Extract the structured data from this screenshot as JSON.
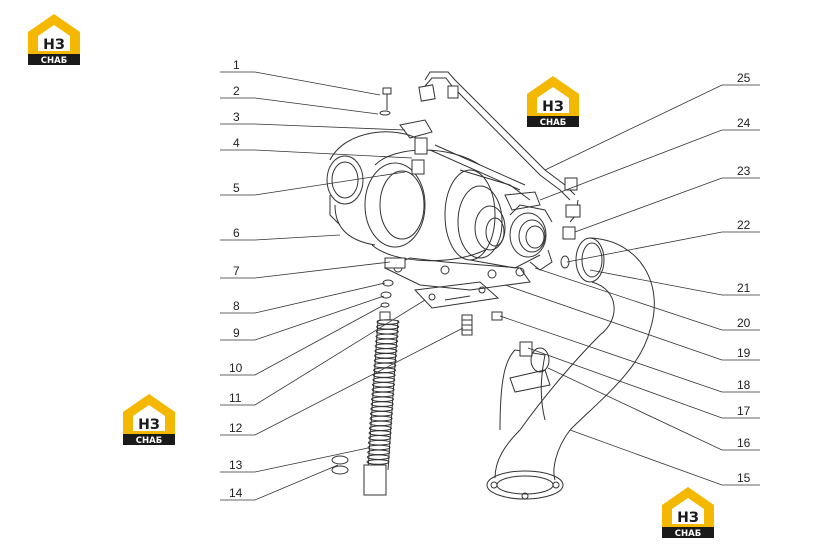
{
  "logo": {
    "text_top": "НЗ",
    "text_bottom": "CHAБ",
    "primary": "#f5b800",
    "dark": "#1a1a1a"
  },
  "labels": {
    "left": [
      "1",
      "2",
      "3",
      "4",
      "5",
      "6",
      "7",
      "8",
      "9",
      "10",
      "11",
      "12",
      "13",
      "14"
    ],
    "right": [
      "25",
      "24",
      "23",
      "22",
      "21",
      "20",
      "19",
      "18",
      "17",
      "16",
      "15"
    ]
  },
  "colors": {
    "line": "#333333",
    "background": "#ffffff"
  }
}
